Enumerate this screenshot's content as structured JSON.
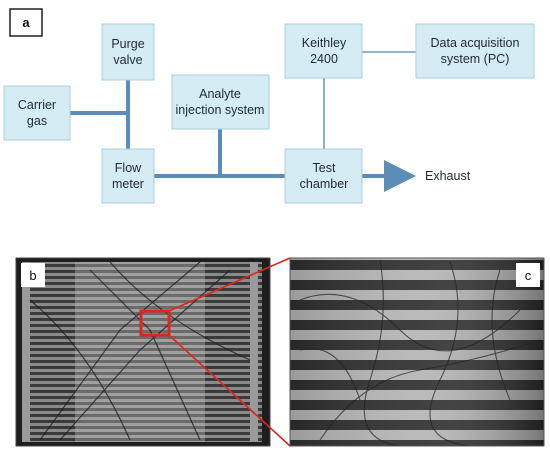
{
  "panel_labels": {
    "a": "a",
    "b": "b",
    "c": "c"
  },
  "nodes": {
    "carrier_gas": [
      "Carrier",
      "gas"
    ],
    "purge_valve": [
      "Purge",
      "valve"
    ],
    "flow_meter": [
      "Flow",
      "meter"
    ],
    "analyte_injection": [
      "Analyte",
      "injection system"
    ],
    "test_chamber": [
      "Test",
      "chamber"
    ],
    "keithley": [
      "Keithley",
      "2400"
    ],
    "daq": [
      "Data acquisition",
      "system (PC)"
    ]
  },
  "exhaust_label": "Exhaust",
  "colors": {
    "box_fill": "#d5ecf4",
    "box_stroke": "#a9cfdd",
    "pipe": "#5b8db8",
    "wire": "#6e9cc0",
    "highlight": "#e0261a"
  }
}
